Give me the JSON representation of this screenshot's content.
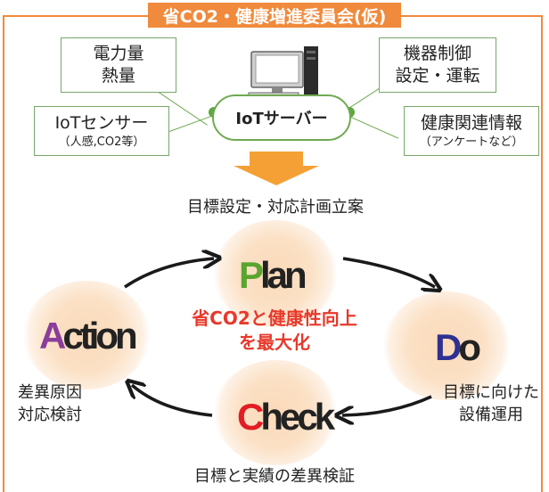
{
  "title": "省CO2・健康増進委員会(仮)",
  "boxes": {
    "energy": {
      "line1": "電力量",
      "line2": "熱量"
    },
    "device": {
      "line1": "機器制御",
      "line2": "設定・運転"
    },
    "sensor": {
      "line1": "IoTセンサー",
      "line2": "（人感,CO2等）"
    },
    "health": {
      "line1": "健康関連情報",
      "line2": "（アンケートなど）"
    }
  },
  "server_label": "IoTサーバー",
  "plan_text": "目標設定・対応計画立案",
  "center": {
    "line1": "省CO2と健康性向上",
    "line2": "を最大化"
  },
  "pdca": {
    "plan": {
      "first": "P",
      "rest": "lan"
    },
    "do": {
      "first": "D",
      "rest": "o"
    },
    "check": {
      "first": "C",
      "rest": "heck"
    },
    "action": {
      "first": "A",
      "rest": "ction"
    }
  },
  "side_labels": {
    "action_line1": "差異原因",
    "action_line2": "対応検討",
    "do_line1": "目標に向けた",
    "do_line2": "設備運用"
  },
  "bottom_text": "目標と実績の差異検証",
  "colors": {
    "frame": "#f08a3c",
    "box_border": "#77a86a",
    "plan_p": "#5aa52f",
    "do_d": "#2e3192",
    "check_c": "#e21d23",
    "action_a": "#8b3d9a",
    "center_text": "#e8392b"
  }
}
